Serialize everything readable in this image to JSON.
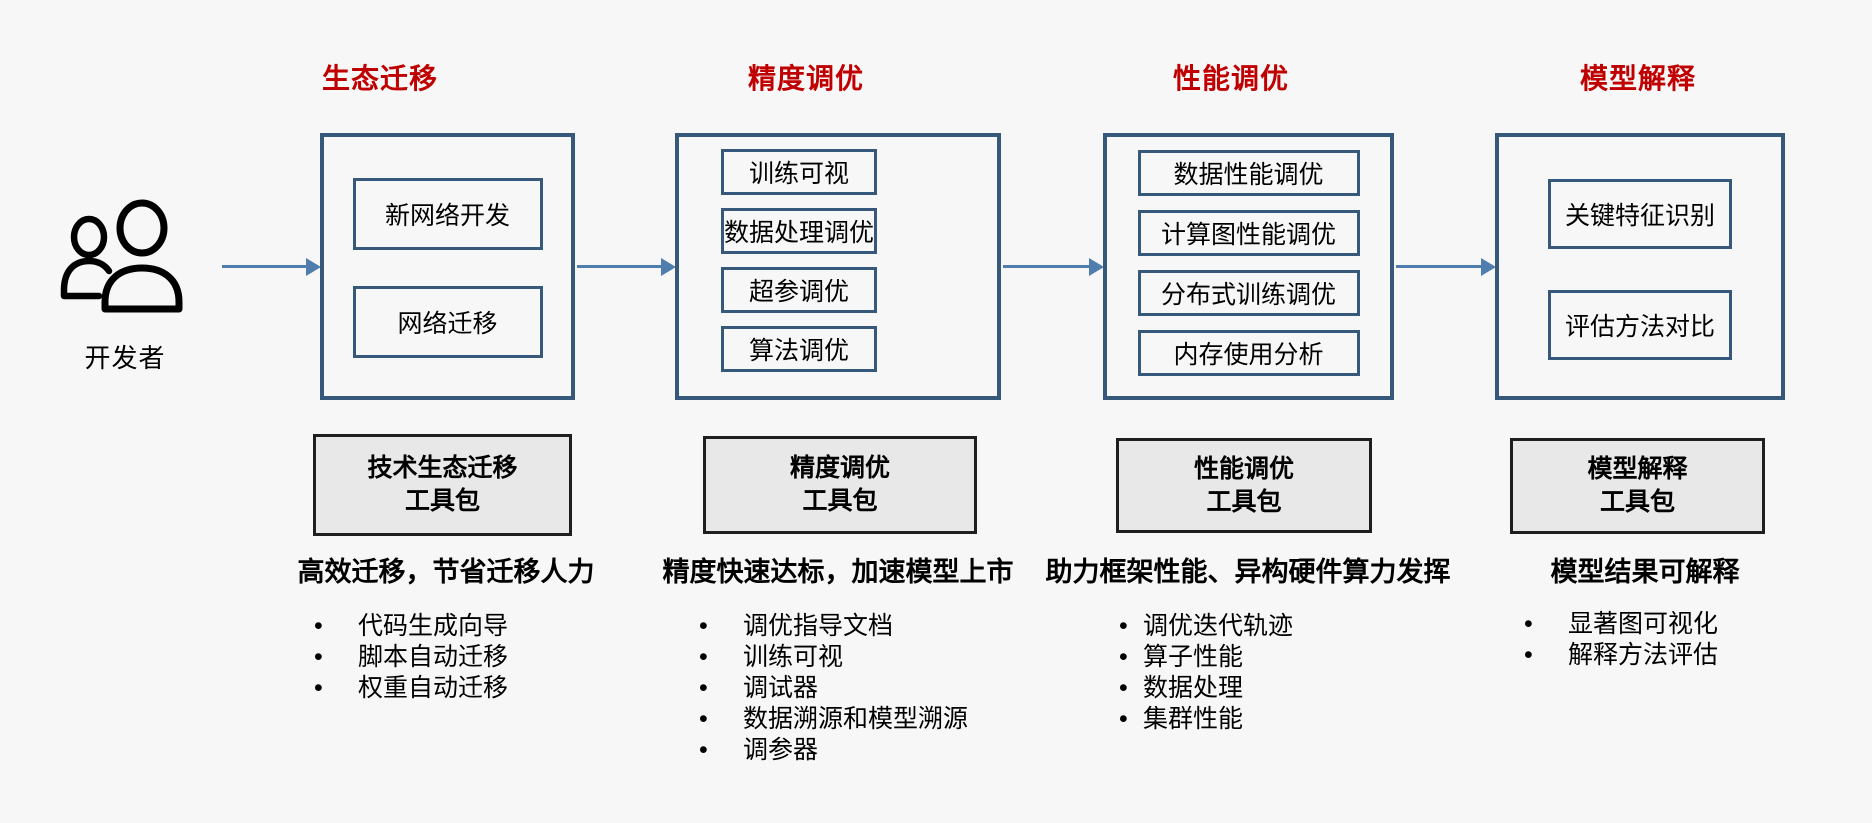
{
  "colors": {
    "background": "#f7f7f7",
    "title_red": "#c00000",
    "box_border_blue": "#36587a",
    "arrow_blue": "#4f7dad",
    "toolkit_bg": "#e8e8e8",
    "toolkit_border": "#1f1f1f",
    "text": "#000000"
  },
  "actor": {
    "icon": "developers-icon",
    "label": "开发者"
  },
  "stages": [
    {
      "title": "生态迁移",
      "items": [
        "新网络开发",
        "网络迁移"
      ],
      "toolkit_line1": "技术生态迁移",
      "toolkit_line2": "工具包",
      "tagline": "高效迁移，节省迁移人力",
      "bullets": [
        "代码生成向导",
        "脚本自动迁移",
        "权重自动迁移"
      ]
    },
    {
      "title": "精度调优",
      "items": [
        "训练可视",
        "数据处理调优",
        "超参调优",
        "算法调优"
      ],
      "toolkit_line1": "精度调优",
      "toolkit_line2": "工具包",
      "tagline": "精度快速达标，加速模型上市",
      "bullets": [
        "调优指导文档",
        "训练可视",
        "调试器",
        "数据溯源和模型溯源",
        "调参器"
      ]
    },
    {
      "title": "性能调优",
      "items": [
        "数据性能调优",
        "计算图性能调优",
        "分布式训练调优",
        "内存使用分析"
      ],
      "toolkit_line1": "性能调优",
      "toolkit_line2": "工具包",
      "tagline": "助力框架性能、异构硬件算力发挥",
      "bullets": [
        "调优迭代轨迹",
        "算子性能",
        "数据处理",
        "集群性能"
      ]
    },
    {
      "title": "模型解释",
      "items": [
        "关键特征识别",
        "评估方法对比"
      ],
      "toolkit_line1": "模型解释",
      "toolkit_line2": "工具包",
      "tagline": "模型结果可解释",
      "bullets": [
        "显著图可视化",
        "解释方法评估"
      ]
    }
  ]
}
